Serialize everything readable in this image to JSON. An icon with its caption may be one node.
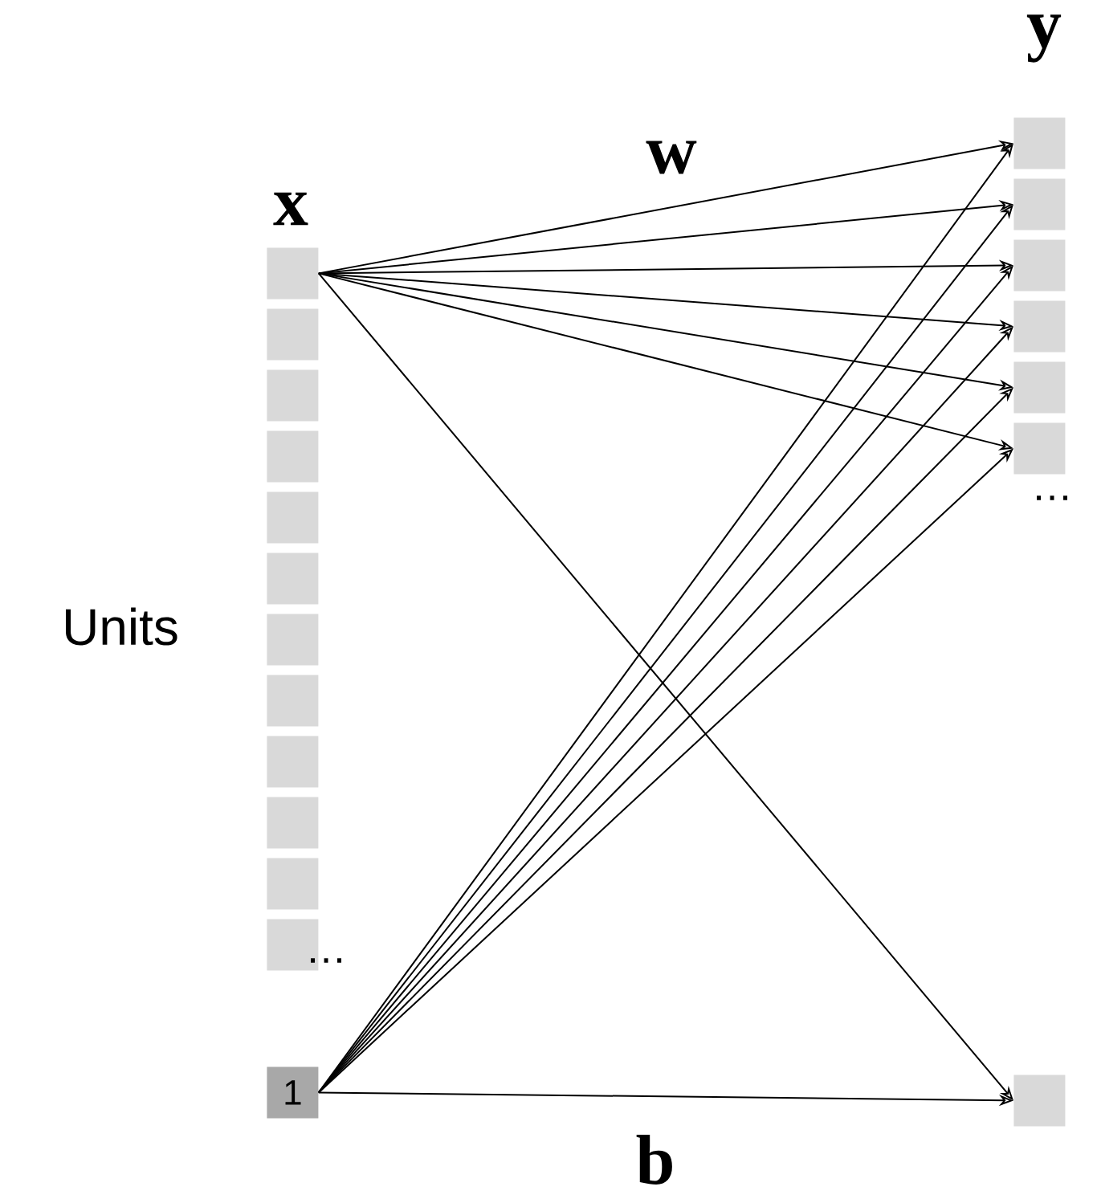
{
  "diagram": {
    "nodes": [
      {
        "text": [],
        "shape": "box"
      },
      {
        "text": [],
        "shape": "box"
      },
      {
        "text": [],
        "shape": "box"
      },
      {
        "text": [],
        "shape": "box"
      },
      {
        "text": [],
        "shape": "box"
      },
      {
        "text": [],
        "shape": "box"
      },
      {
        "text": [],
        "shape": "box"
      },
      {
        "text": [],
        "shape": "box"
      },
      {
        "text": [],
        "shape": "box"
      },
      {
        "text": [],
        "shape": "box"
      },
      {
        "text": [],
        "shape": "box"
      },
      {
        "text": [],
        "shape": "box"
      },
      {
        "text": [
          "1"
        ]
      },
      {
        "text": [],
        "shape": "box"
      },
      {
        "text": [],
        "shape": "box"
      },
      {
        "text": [],
        "shape": "box"
      },
      {
        "text": [],
        "shape": "box"
      },
      {
        "text": [],
        "shape": "box"
      },
      {
        "text": [],
        "shape": "box"
      },
      {
        "text": [],
        "shape": "box"
      }
    ],
    "edges": [
      {
        "from": 0,
        "to": 13,
        "arrow": "to"
      },
      {
        "from": 0,
        "to": 14,
        "arrow": "to"
      },
      {
        "from": 0,
        "to": 15,
        "arrow": "to"
      },
      {
        "from": 0,
        "to": 16,
        "arrow": "to"
      },
      {
        "from": 0,
        "to": 17,
        "arrow": "to"
      },
      {
        "from": 0,
        "to": 18,
        "arrow": "to"
      },
      {
        "from": 0,
        "to": 19,
        "arrow": "to"
      },
      {
        "from": 12,
        "to": 13,
        "arrow": "to"
      },
      {
        "from": 12,
        "to": 14,
        "arrow": "to"
      },
      {
        "from": 12,
        "to": 15,
        "arrow": "to"
      },
      {
        "from": 12,
        "to": 16,
        "arrow": "to"
      },
      {
        "from": 12,
        "to": 17,
        "arrow": "to"
      },
      {
        "from": 12,
        "to": 18,
        "arrow": "to"
      },
      {
        "from": 12,
        "to": 19,
        "arrow": "to"
      }
    ],
    "labels": [
      "y",
      "x",
      "w",
      "…",
      "Units",
      "…",
      "b"
    ]
  }
}
